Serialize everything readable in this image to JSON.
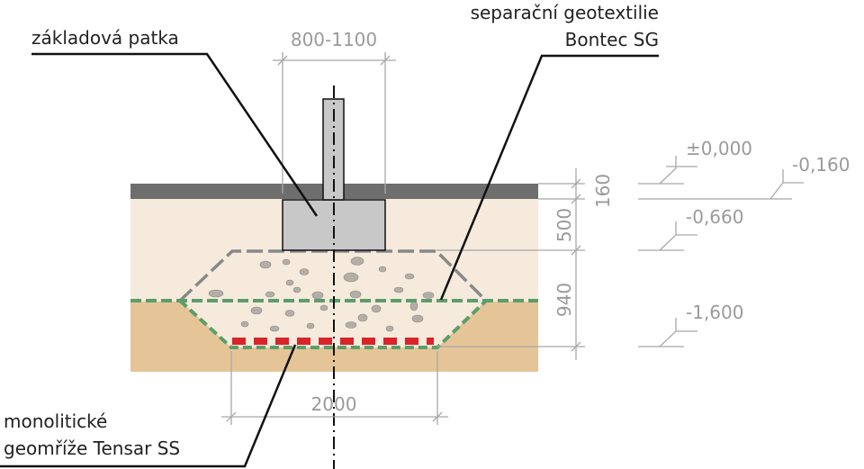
{
  "labels": {
    "footing": "základová patka",
    "geotextile_line1": "separační geotextilie",
    "geotextile_line2": "Bontec SG",
    "geogrid_line1": "monolitické",
    "geogrid_line2": "geomříže Tensar SS"
  },
  "dimensions": {
    "footing_width": "800-1100",
    "trench_width": "2000",
    "slab": "160",
    "footing_depth": "500",
    "gravel_depth": "940"
  },
  "levels": [
    "±0,000",
    "-0,160",
    "-0,660",
    "-1,600"
  ],
  "colors": {
    "slab": "#6e6e6e",
    "soil_top": "#f5eadc",
    "soil_bottom": "#e5c597",
    "concrete": "#c8c8c8",
    "geotextile": "#5a9e6a",
    "geogrid": "#d9242a",
    "dimension": "#9a9a9a"
  }
}
